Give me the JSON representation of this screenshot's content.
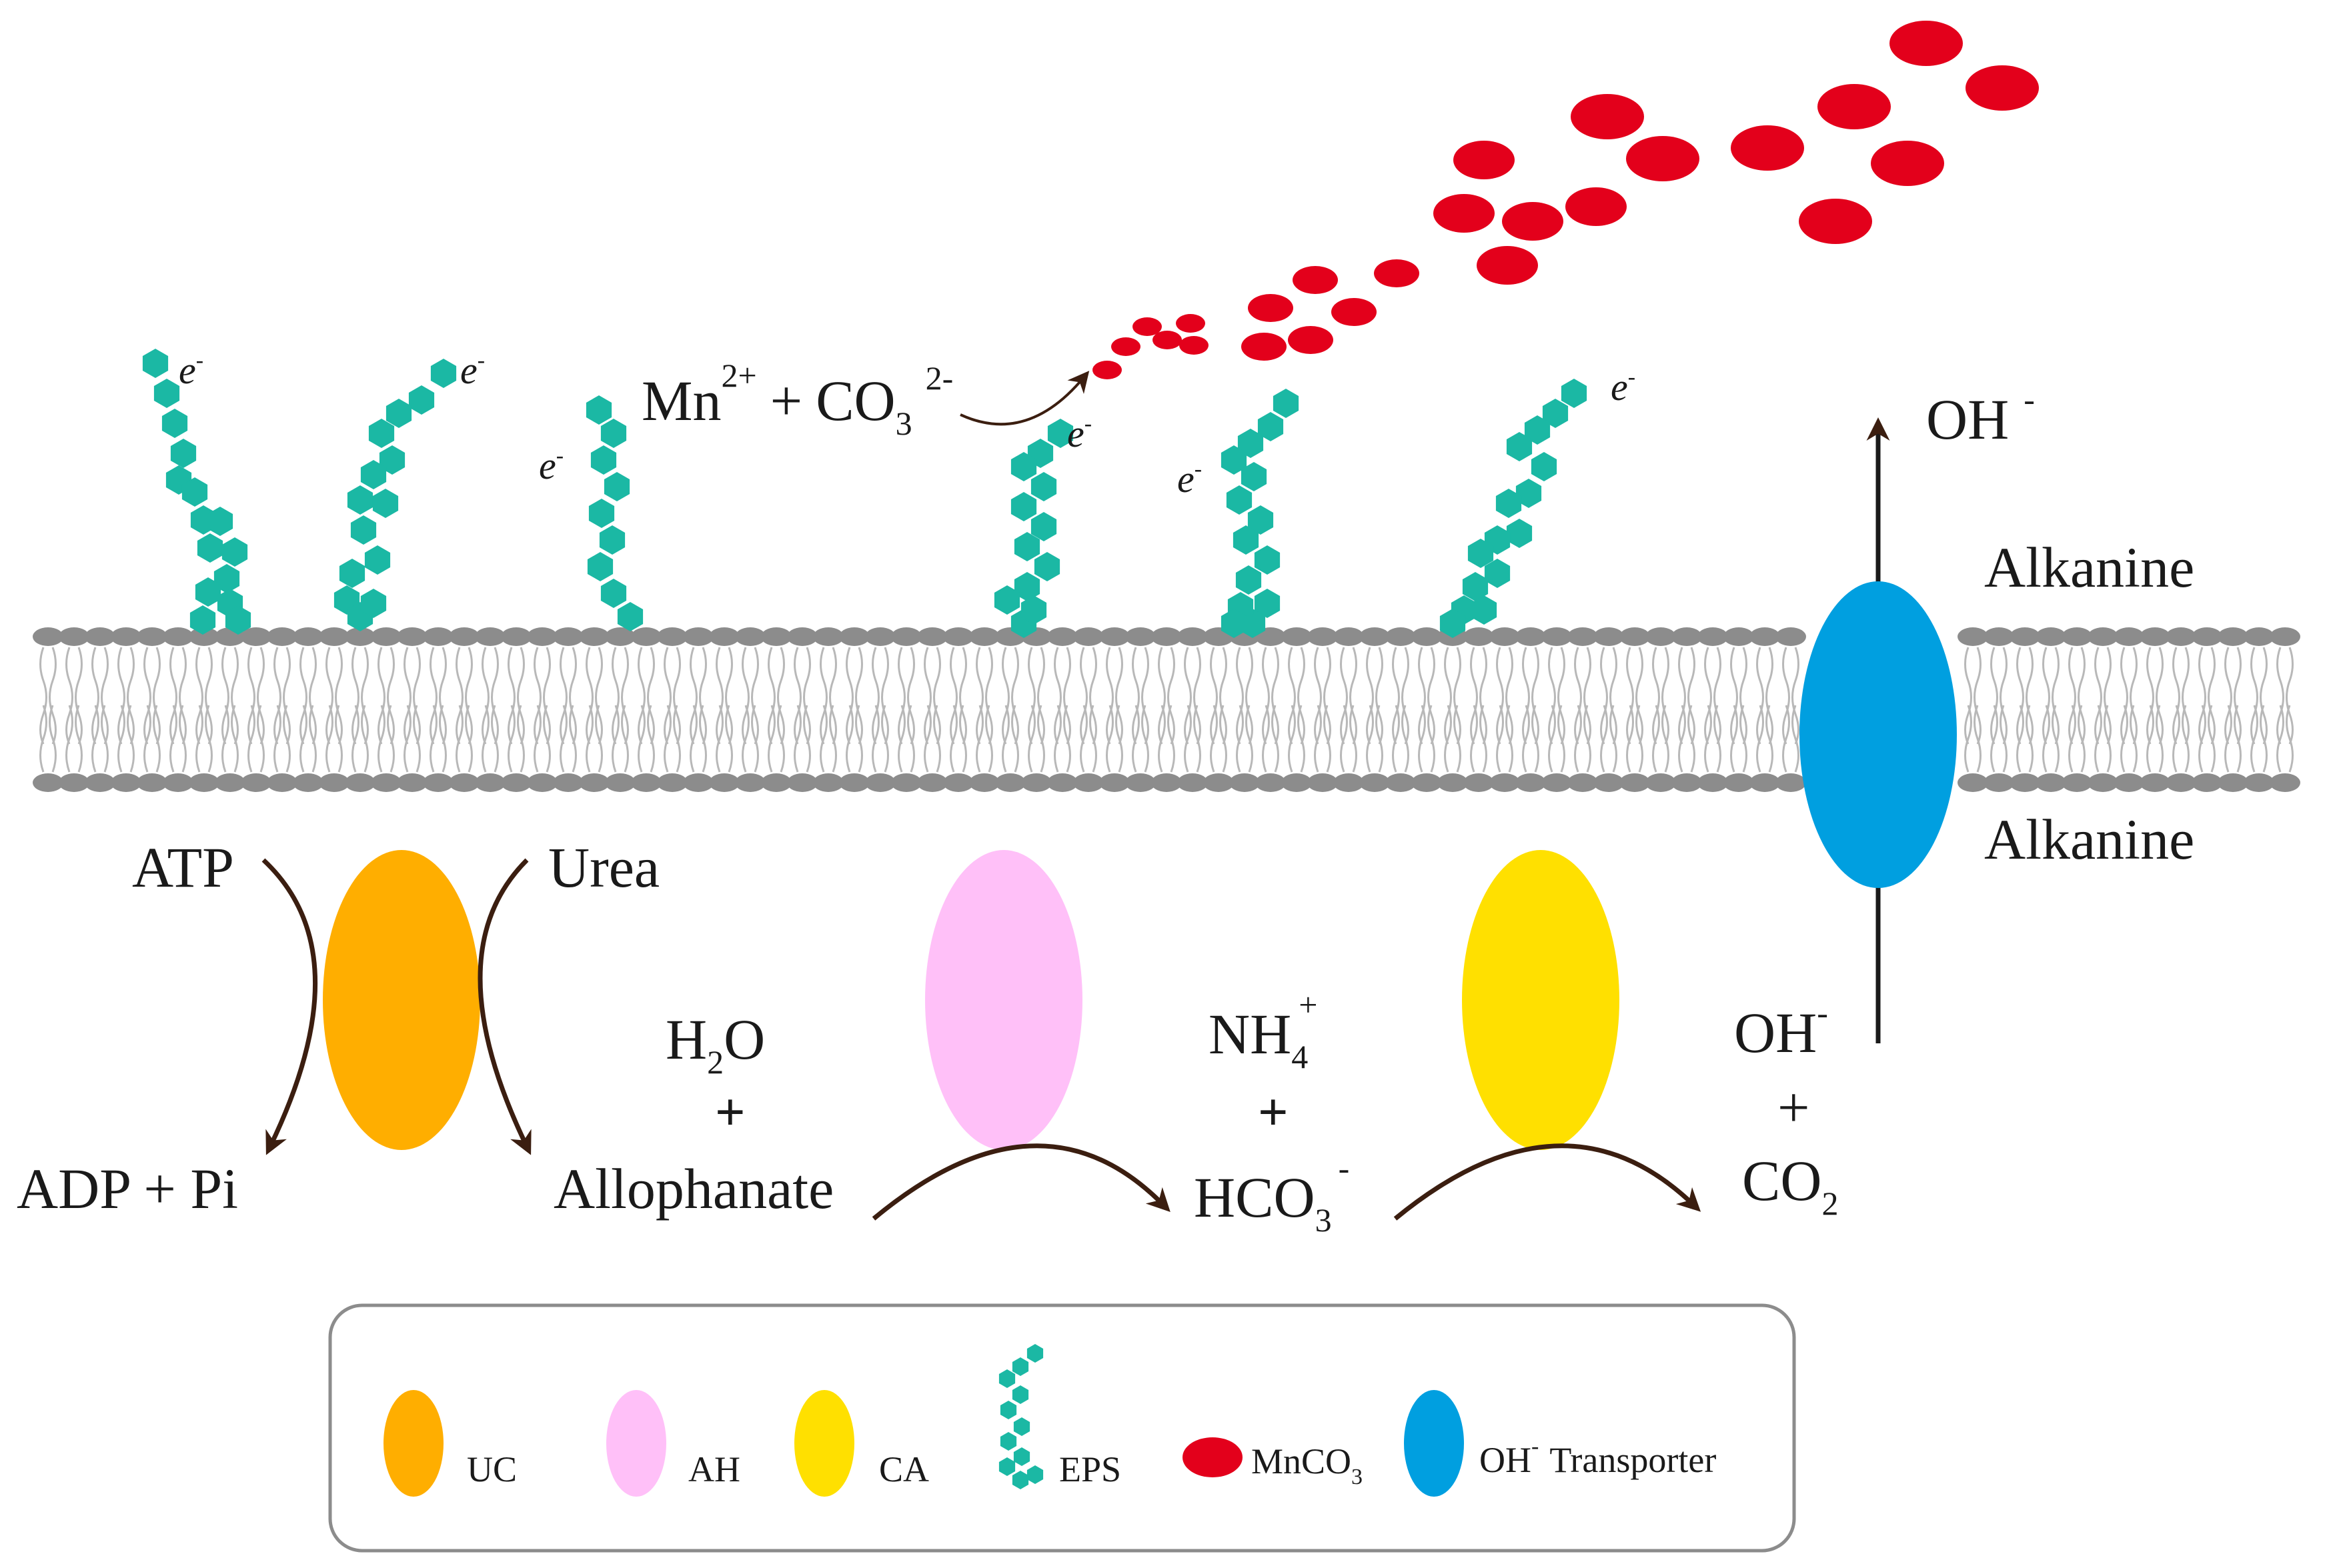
{
  "reaction": {
    "mn": "Mn",
    "mn_charge": "2+",
    "plus": "+",
    "co3": "CO",
    "co3_sub": "3",
    "co3_charge": "2-"
  },
  "electron": {
    "symbol": "e",
    "charge": "-"
  },
  "oh_top": {
    "label": "OH",
    "charge": "-"
  },
  "alkanine_top": "Alkanine",
  "alkanine_bottom": "Alkanine",
  "uc_reaction": {
    "atp": "ATP",
    "urea": "Urea",
    "adp_pi": "ADP + Pi",
    "allophanate": "Allophanate"
  },
  "ah_reaction": {
    "h2o_h": "H",
    "h2o_sub": "2",
    "h2o_o": "O",
    "plus": "+"
  },
  "ca_reaction": {
    "nh4": "NH",
    "nh4_sub": "4",
    "nh4_charge": "+",
    "plus": "+",
    "hco3": "HCO",
    "hco3_sub": "3",
    "hco3_charge": "-"
  },
  "product": {
    "oh": "OH",
    "oh_charge": "-",
    "plus": "+",
    "co2": "CO",
    "co2_sub": "2"
  },
  "legend": {
    "uc": "UC",
    "ah": "AH",
    "ca": "CA",
    "eps": "EPS",
    "mnco3": "MnCO",
    "mnco3_sub": "3",
    "oh": "OH",
    "oh_charge": "-",
    "transporter": "Transporter"
  },
  "colors": {
    "uc": "#FFAE00",
    "ah": "#FFC0F8",
    "ca": "#FFE000",
    "eps": "#1BB8A4",
    "mnco3": "#E3001B",
    "transporter": "#009FE0",
    "membrane_head": "#8C8C8C",
    "arrow": "#3B1E10"
  }
}
